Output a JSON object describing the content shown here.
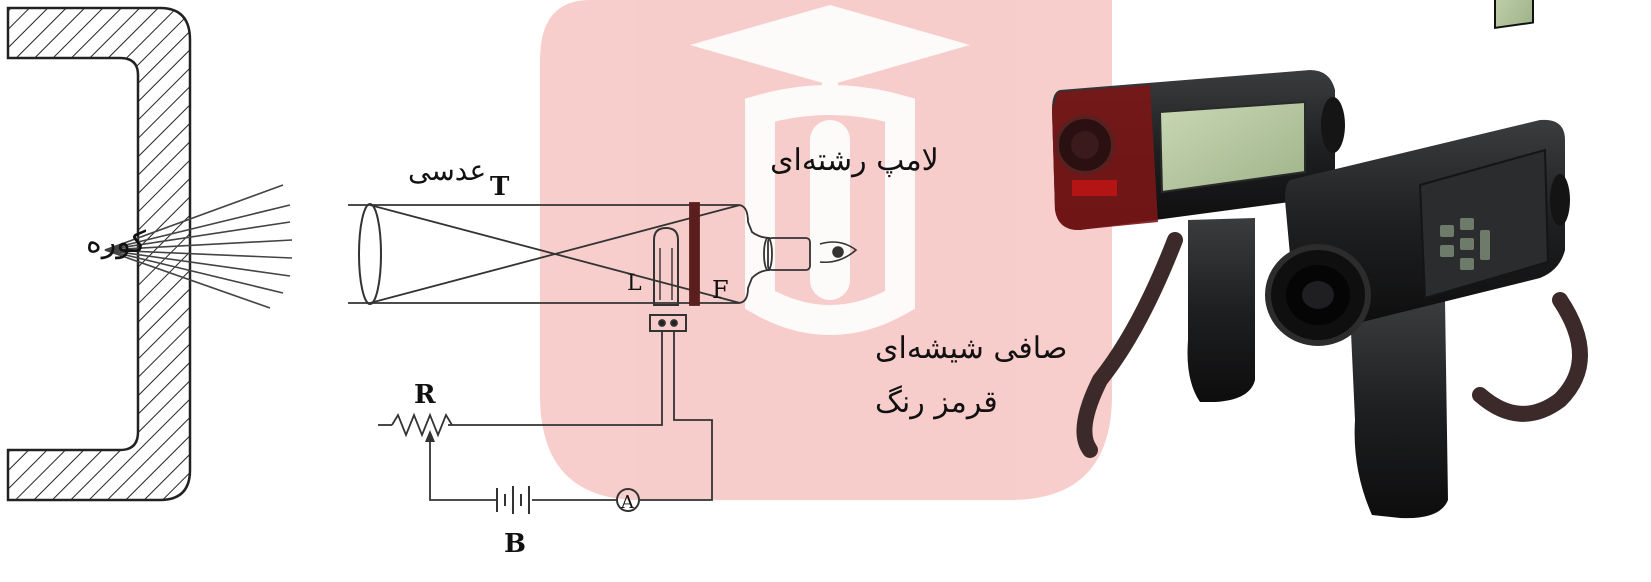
{
  "labels": {
    "furnace": "کوره",
    "lens": "عدسی",
    "lamp": "لامپ رشته‌ای",
    "filter_line1": "صافی شیشه‌ای",
    "filter_line2": "قرمز رنگ",
    "T": "T",
    "L": "L",
    "F": "F",
    "R": "R",
    "B": "B",
    "A": "A"
  },
  "colors": {
    "line": "#333333",
    "hatch": "#222222",
    "filter": "#5a1e1e",
    "watermark": "#e84a48",
    "device_body": "#1a1b1c",
    "device_screen": "#b7c8a4",
    "red_lens": "#7b1616"
  },
  "icons": [
    "eye-icon",
    "battery-icon",
    "ammeter-icon",
    "resistor-icon",
    "lens-icon",
    "watermark-logo-icon",
    "pyrometer-device-icon"
  ]
}
